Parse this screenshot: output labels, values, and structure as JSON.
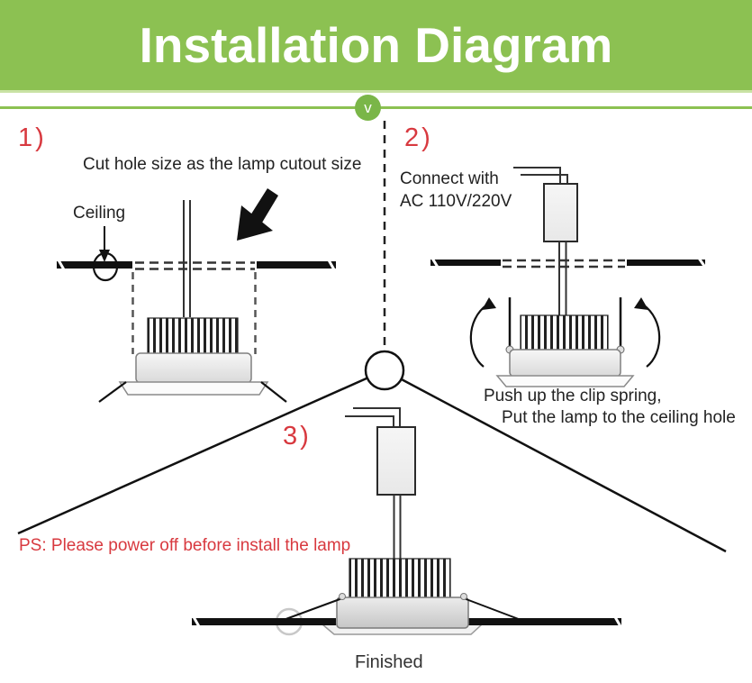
{
  "header": {
    "title": "Installation Diagram",
    "bg_color": "#8cc152",
    "text_color": "#ffffff"
  },
  "divider": {
    "badge_letter": "v",
    "line_color": "#8cc152"
  },
  "colors": {
    "accent_green": "#8cc152",
    "step_number_red": "#d8393f",
    "warning_red": "#d8393f",
    "diagram_text": "#222222",
    "line_black": "#111111"
  },
  "step1": {
    "number": "1)",
    "caption": "Cut hole size as the lamp cutout size",
    "ceiling_label": "Ceiling"
  },
  "step2": {
    "number": "2)",
    "connect_line1": "Connect with",
    "connect_line2": "AC 110V/220V",
    "note_line1": "Push up the clip spring,",
    "note_line2": "Put the lamp to the ceiling hole"
  },
  "step3": {
    "number": "3)",
    "warning": "PS: Please power off before install the lamp",
    "finished_label": "Finished"
  }
}
